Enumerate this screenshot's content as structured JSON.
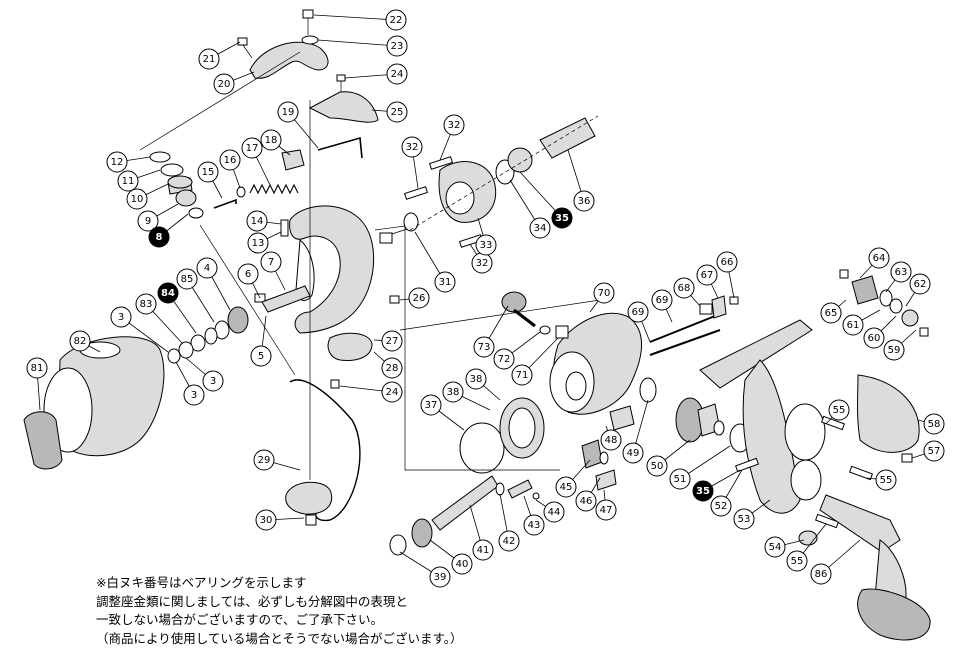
{
  "notes": [
    "※白ヌキ番号はベアリングを示します",
    "調整座金類に関しましては、必ずしも分解図中の表現と",
    "一致しない場合がございますので、ご了承下さい。",
    "（商品により使用している場合とそうでない場合がございます。）"
  ],
  "callouts": [
    {
      "label": "22",
      "style": "plain"
    },
    {
      "label": "23",
      "style": "plain"
    },
    {
      "label": "21",
      "style": "plain"
    },
    {
      "label": "20",
      "style": "plain"
    },
    {
      "label": "24",
      "style": "plain"
    },
    {
      "label": "25",
      "style": "plain"
    },
    {
      "label": "19",
      "style": "plain"
    },
    {
      "label": "18",
      "style": "plain"
    },
    {
      "label": "17",
      "style": "plain"
    },
    {
      "label": "16",
      "style": "plain"
    },
    {
      "label": "15",
      "style": "plain"
    },
    {
      "label": "12",
      "style": "plain"
    },
    {
      "label": "11",
      "style": "plain"
    },
    {
      "label": "10",
      "style": "plain"
    },
    {
      "label": "9",
      "style": "plain"
    },
    {
      "label": "8",
      "style": "bearing"
    },
    {
      "label": "14",
      "style": "plain"
    },
    {
      "label": "13",
      "style": "plain"
    },
    {
      "label": "32",
      "style": "plain"
    },
    {
      "label": "32",
      "style": "plain"
    },
    {
      "label": "32",
      "style": "plain"
    },
    {
      "label": "33",
      "style": "plain"
    },
    {
      "label": "34",
      "style": "plain"
    },
    {
      "label": "35",
      "style": "bearing"
    },
    {
      "label": "36",
      "style": "plain"
    },
    {
      "label": "31",
      "style": "plain"
    },
    {
      "label": "7",
      "style": "plain"
    },
    {
      "label": "6",
      "style": "plain"
    },
    {
      "label": "4",
      "style": "plain"
    },
    {
      "label": "85",
      "style": "plain"
    },
    {
      "label": "84",
      "style": "bearing"
    },
    {
      "label": "83",
      "style": "plain"
    },
    {
      "label": "3",
      "style": "plain"
    },
    {
      "label": "3",
      "style": "plain"
    },
    {
      "label": "3",
      "style": "plain"
    },
    {
      "label": "5",
      "style": "plain"
    },
    {
      "label": "26",
      "style": "plain"
    },
    {
      "label": "27",
      "style": "plain"
    },
    {
      "label": "28",
      "style": "plain"
    },
    {
      "label": "24",
      "style": "plain"
    },
    {
      "label": "82",
      "style": "plain"
    },
    {
      "label": "81",
      "style": "plain"
    },
    {
      "label": "29",
      "style": "plain"
    },
    {
      "label": "30",
      "style": "plain"
    },
    {
      "label": "70",
      "style": "plain"
    },
    {
      "label": "69",
      "style": "plain"
    },
    {
      "label": "69",
      "style": "plain"
    },
    {
      "label": "68",
      "style": "plain"
    },
    {
      "label": "67",
      "style": "plain"
    },
    {
      "label": "66",
      "style": "plain"
    },
    {
      "label": "73",
      "style": "plain"
    },
    {
      "label": "72",
      "style": "plain"
    },
    {
      "label": "71",
      "style": "plain"
    },
    {
      "label": "38",
      "style": "plain"
    },
    {
      "label": "38",
      "style": "plain"
    },
    {
      "label": "37",
      "style": "plain"
    },
    {
      "label": "64",
      "style": "plain"
    },
    {
      "label": "63",
      "style": "plain"
    },
    {
      "label": "62",
      "style": "plain"
    },
    {
      "label": "65",
      "style": "plain"
    },
    {
      "label": "61",
      "style": "plain"
    },
    {
      "label": "60",
      "style": "plain"
    },
    {
      "label": "59",
      "style": "plain"
    },
    {
      "label": "55",
      "style": "plain"
    },
    {
      "label": "58",
      "style": "plain"
    },
    {
      "label": "57",
      "style": "plain"
    },
    {
      "label": "55",
      "style": "plain"
    },
    {
      "label": "48",
      "style": "plain"
    },
    {
      "label": "49",
      "style": "plain"
    },
    {
      "label": "50",
      "style": "plain"
    },
    {
      "label": "51",
      "style": "plain"
    },
    {
      "label": "35",
      "style": "bearing"
    },
    {
      "label": "52",
      "style": "plain"
    },
    {
      "label": "53",
      "style": "plain"
    },
    {
      "label": "45",
      "style": "plain"
    },
    {
      "label": "46",
      "style": "plain"
    },
    {
      "label": "47",
      "style": "plain"
    },
    {
      "label": "44",
      "style": "plain"
    },
    {
      "label": "43",
      "style": "plain"
    },
    {
      "label": "42",
      "style": "plain"
    },
    {
      "label": "41",
      "style": "plain"
    },
    {
      "label": "40",
      "style": "plain"
    },
    {
      "label": "39",
      "style": "plain"
    },
    {
      "label": "54",
      "style": "plain"
    },
    {
      "label": "55",
      "style": "plain"
    },
    {
      "label": "86",
      "style": "plain"
    }
  ],
  "colors": {
    "line": "#000000",
    "background": "#ffffff",
    "part_fill": "#dcdcdc",
    "bearing_fill": "#000000"
  }
}
